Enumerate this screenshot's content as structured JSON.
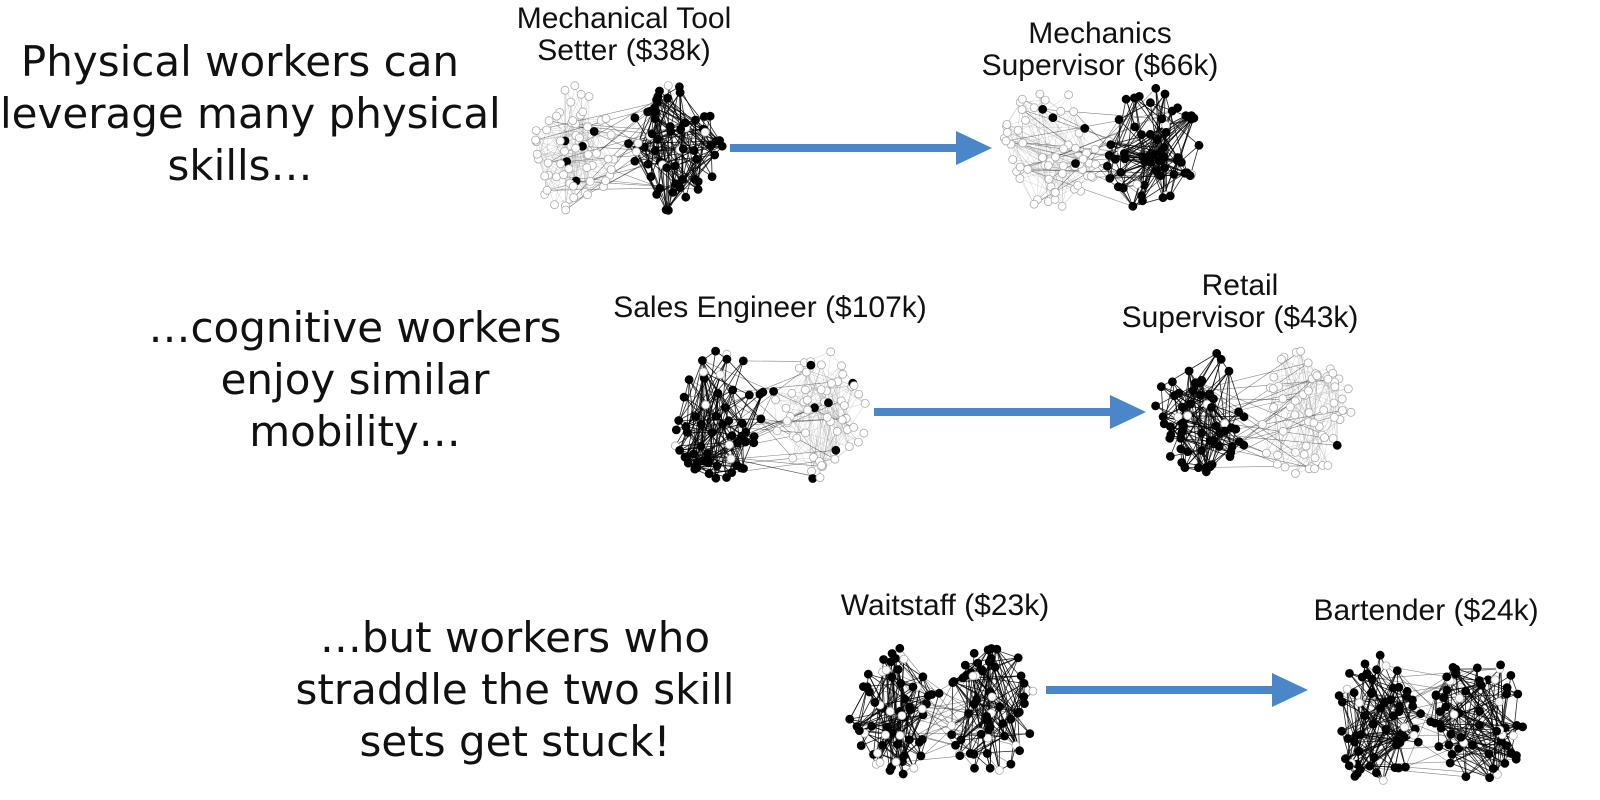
{
  "rows": [
    {
      "caption_lines": [
        "Physical workers can",
        "leverage many physical",
        "skills…"
      ],
      "from": {
        "label_lines": [
          "Mechanical Tool",
          "Setter ($38k)"
        ],
        "dark_side": "right"
      },
      "to": {
        "label_lines": [
          "Mechanics",
          "Supervisor ($66k)"
        ],
        "dark_side": "right"
      }
    },
    {
      "caption_lines": [
        "…cognitive workers",
        "enjoy similar",
        "mobility…"
      ],
      "from": {
        "label_lines": [
          "Sales Engineer ($107k)"
        ],
        "dark_side": "left"
      },
      "to": {
        "label_lines": [
          "Retail",
          "Supervisor ($43k)"
        ],
        "dark_side": "left"
      }
    },
    {
      "caption_lines": [
        "…but workers who",
        "straddle the two skill",
        "sets get stuck!"
      ],
      "from": {
        "label_lines": [
          "Waitstaff ($23k)"
        ],
        "dark_side": "both"
      },
      "to": {
        "label_lines": [
          "Bartender ($24k)"
        ],
        "dark_side": "both"
      }
    }
  ],
  "colors": {
    "arrow": "#4a86c8",
    "dark_node": "#000000",
    "light_node": "#ffffff",
    "text": "#111111"
  }
}
